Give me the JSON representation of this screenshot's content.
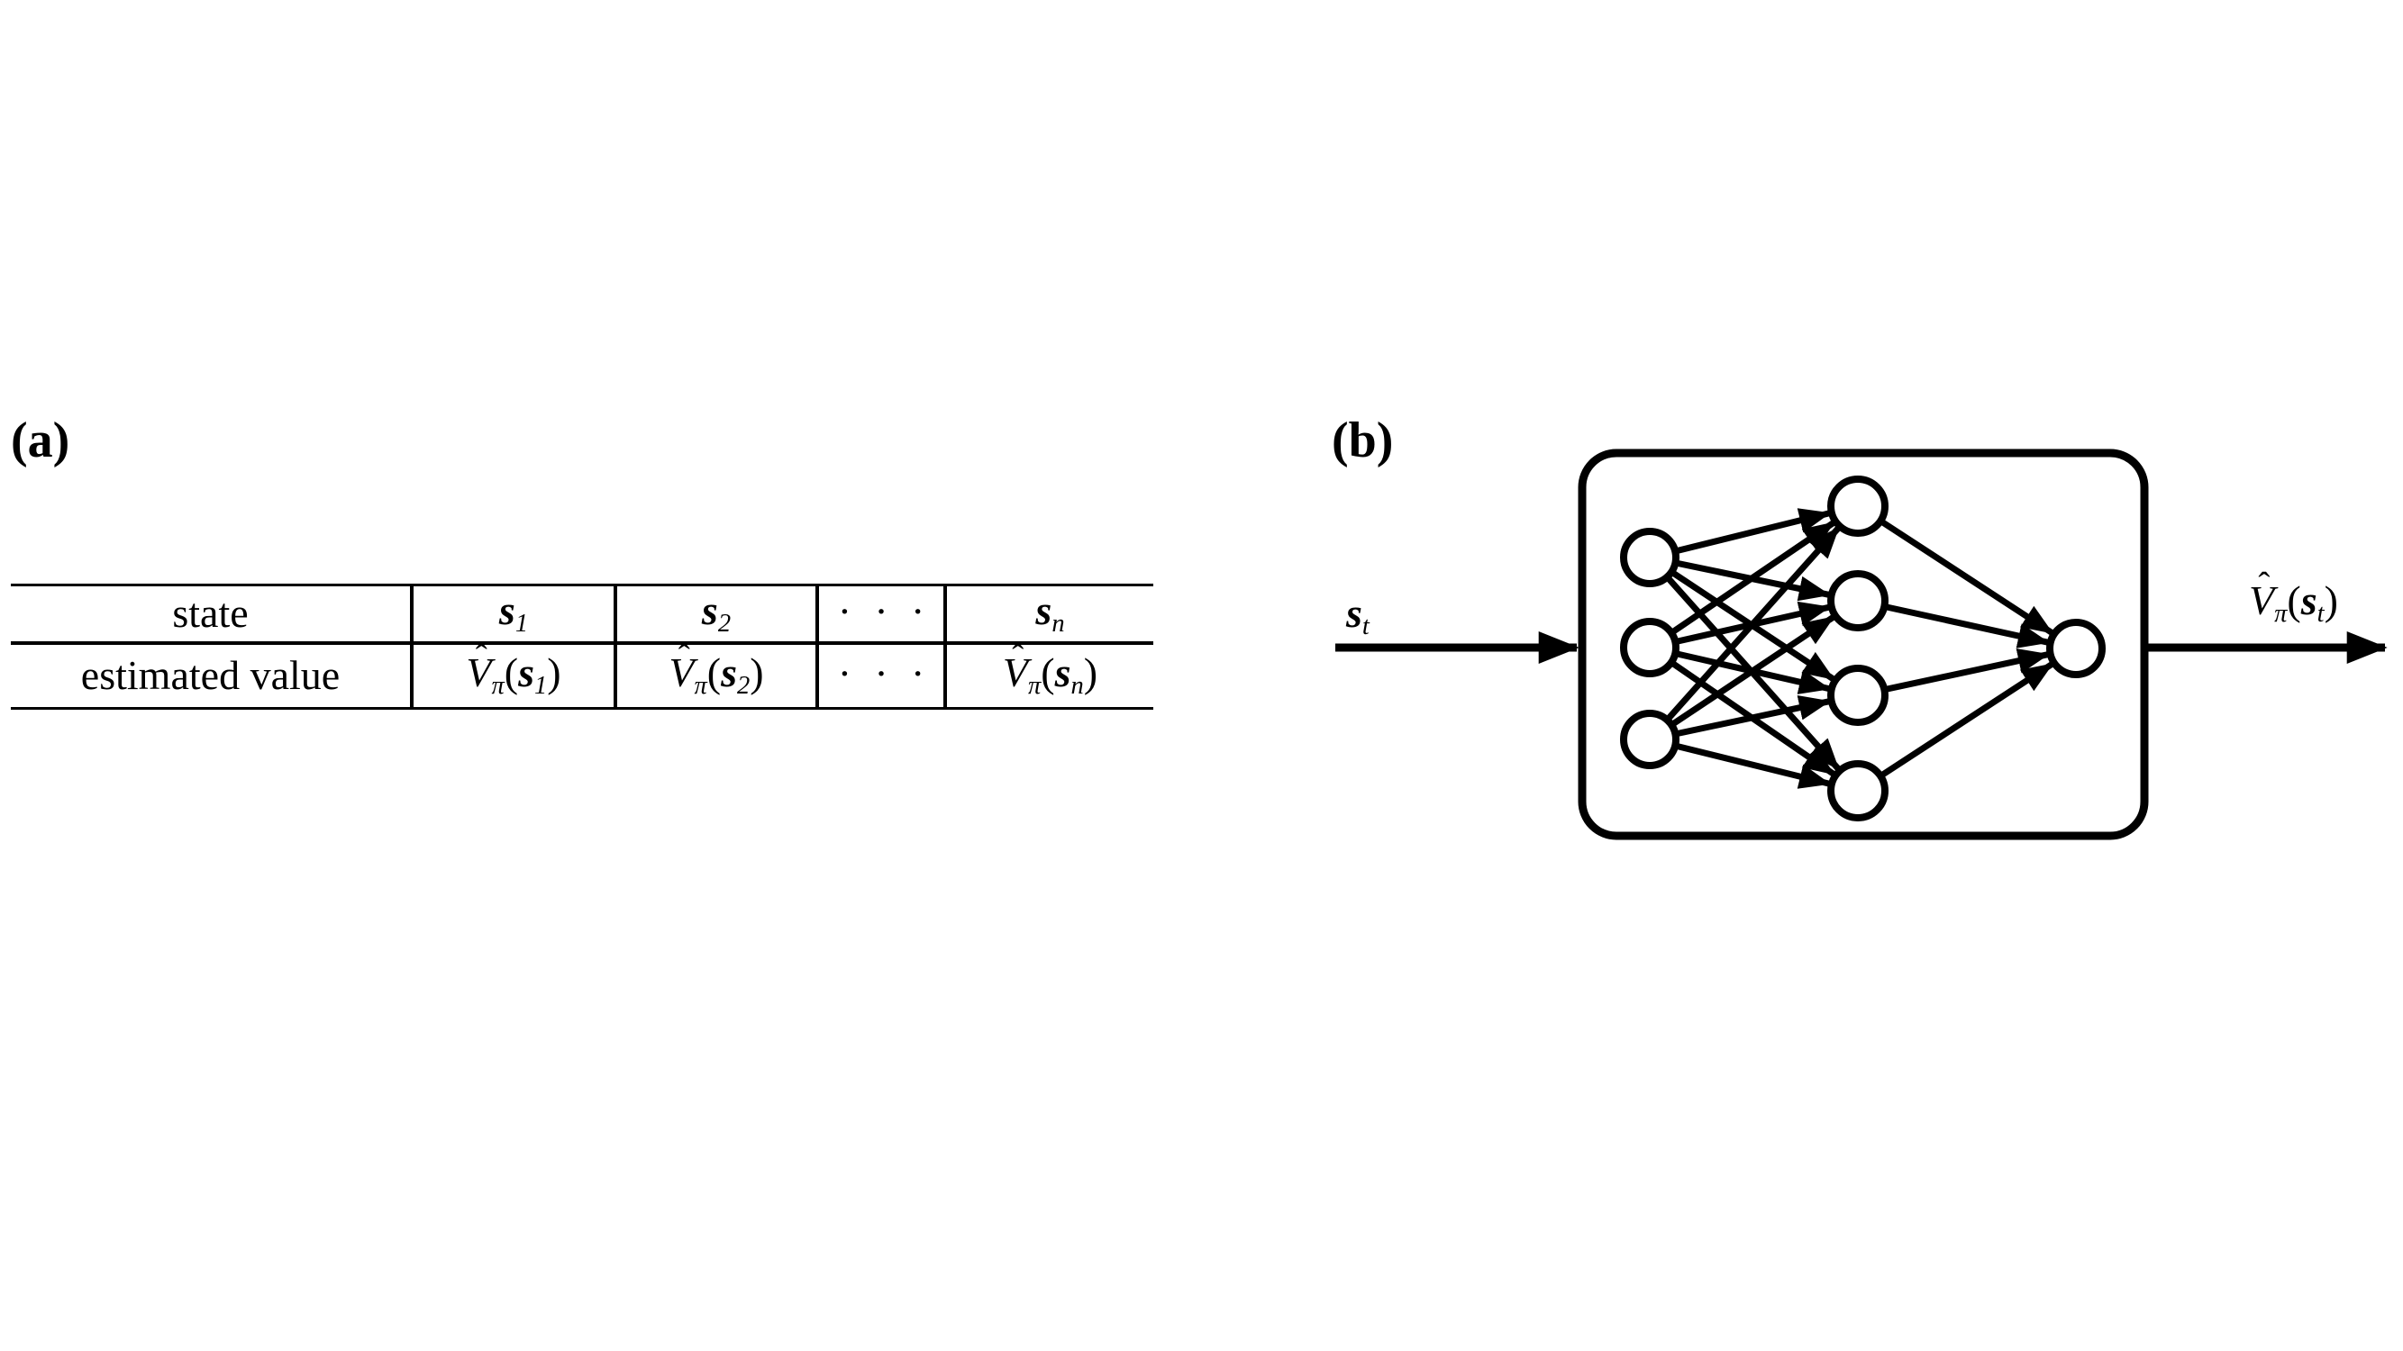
{
  "colors": {
    "background": "#ffffff",
    "ink": "#000000"
  },
  "panel_a": {
    "label": "(a)",
    "table": {
      "rows": [
        {
          "header": "state",
          "cells": [
            [
              {
                "k": "bi",
                "v": "s"
              },
              {
                "k": "sub",
                "v": "1"
              }
            ],
            [
              {
                "k": "bi",
                "v": "s"
              },
              {
                "k": "sub",
                "v": "2"
              }
            ],
            [
              {
                "k": "dots",
                "v": "···"
              }
            ],
            [
              {
                "k": "bi",
                "v": "s"
              },
              {
                "k": "sub",
                "v": "n"
              }
            ]
          ]
        },
        {
          "header": "estimated value",
          "cells": [
            [
              {
                "k": "hat",
                "v": "V",
                "accent": "ˆ"
              },
              {
                "k": "sub",
                "v": "π"
              },
              {
                "k": "n",
                "v": "("
              },
              {
                "k": "bi",
                "v": "s"
              },
              {
                "k": "sub",
                "v": "1"
              },
              {
                "k": "n",
                "v": ")"
              }
            ],
            [
              {
                "k": "hat",
                "v": "V",
                "accent": "ˆ"
              },
              {
                "k": "sub",
                "v": "π"
              },
              {
                "k": "n",
                "v": "("
              },
              {
                "k": "bi",
                "v": "s"
              },
              {
                "k": "sub",
                "v": "2"
              },
              {
                "k": "n",
                "v": ")"
              }
            ],
            [
              {
                "k": "dots",
                "v": "···"
              }
            ],
            [
              {
                "k": "hat",
                "v": "V",
                "accent": "ˆ"
              },
              {
                "k": "sub",
                "v": "π"
              },
              {
                "k": "n",
                "v": "("
              },
              {
                "k": "bi",
                "v": "s"
              },
              {
                "k": "sub",
                "v": "n"
              },
              {
                "k": "n",
                "v": ")"
              }
            ]
          ]
        }
      ]
    }
  },
  "panel_b": {
    "label": "(b)",
    "input_label": [
      {
        "k": "bi",
        "v": "s"
      },
      {
        "k": "sub",
        "v": "t"
      }
    ],
    "output_label": [
      {
        "k": "hat",
        "v": "V",
        "accent": "ˆ"
      },
      {
        "k": "sub",
        "v": "π"
      },
      {
        "k": "n",
        "v": "("
      },
      {
        "k": "bi",
        "v": "s"
      },
      {
        "k": "sub",
        "v": "t"
      },
      {
        "k": "n",
        "v": ")"
      }
    ],
    "network": {
      "input_nodes": 3,
      "hidden_nodes": 4,
      "output_nodes": 1
    }
  }
}
